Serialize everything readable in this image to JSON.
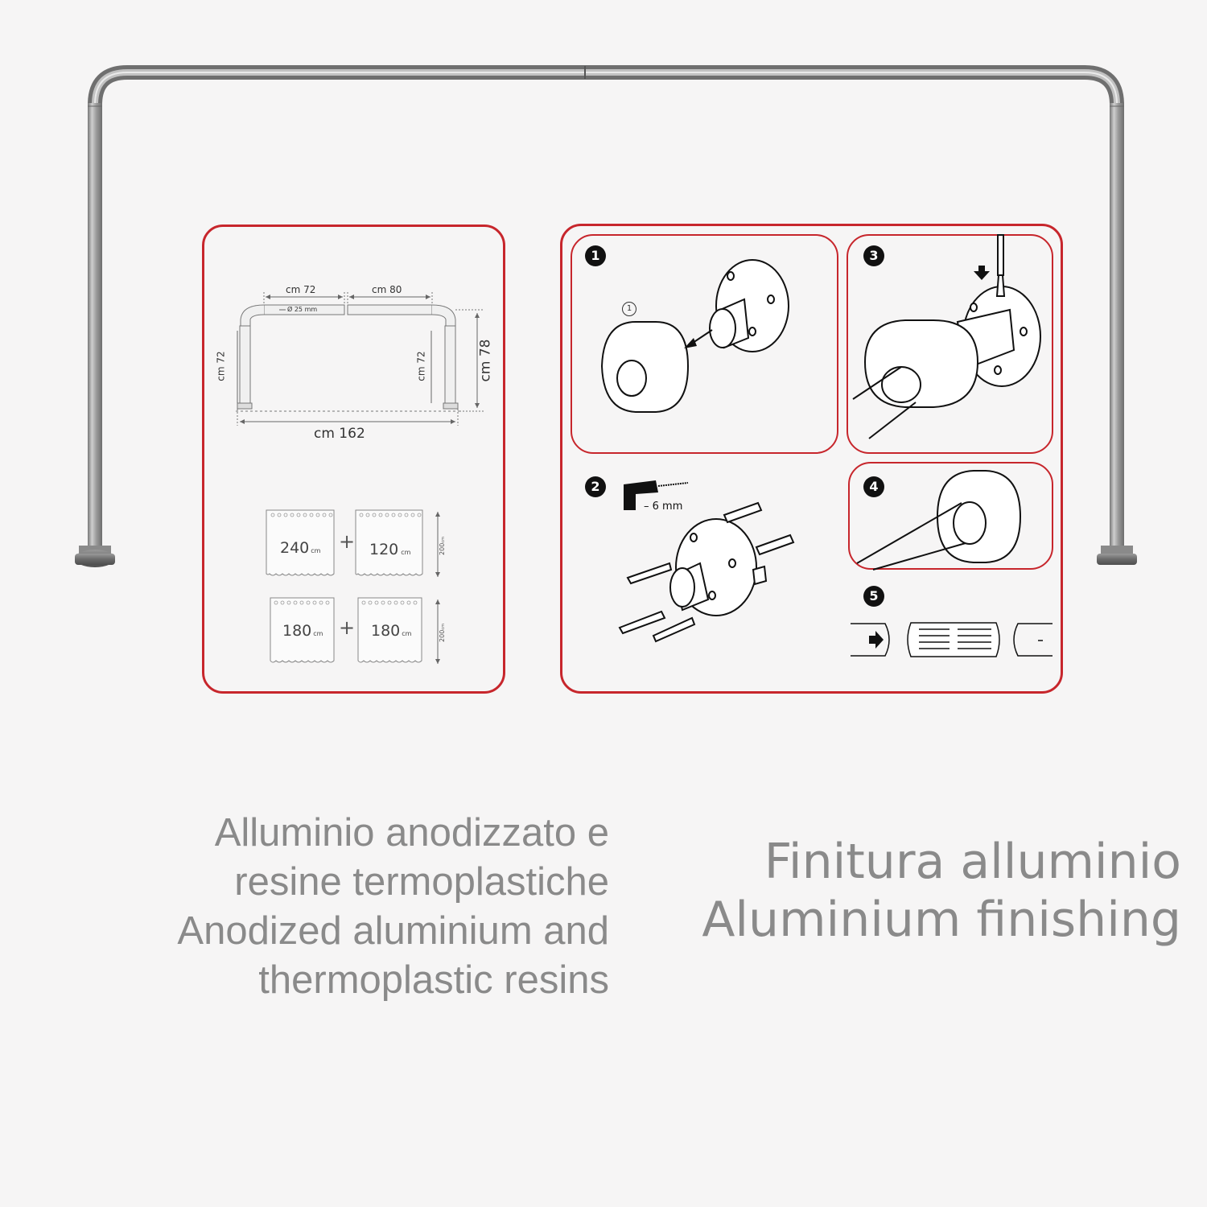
{
  "diagram": {
    "top_segment_left": "cm 72",
    "top_segment_right": "cm 80",
    "diameter": "Ø 25 mm",
    "left_height": "cm 72",
    "right_height": "cm 72",
    "total_height": "cm 78",
    "total_width": "cm 162"
  },
  "curtains": [
    {
      "left": "240",
      "right": "120",
      "unit": "cm",
      "height": "200",
      "height_unit": "cm"
    },
    {
      "left": "180",
      "right": "180",
      "unit": "cm",
      "height": "200",
      "height_unit": "cm"
    }
  ],
  "plus": "+",
  "steps": {
    "one": "1",
    "one_sub": "1",
    "two": "2",
    "two_drill": "6 mm",
    "three": "3",
    "four": "4",
    "five": "5"
  },
  "material": {
    "line1": "Alluminio anodizzato e",
    "line2": "resine termoplastiche",
    "line3": "Anodized aluminium and",
    "line4": "thermoplastic resins"
  },
  "finish": {
    "line1": "Finitura alluminio",
    "line2": "Aluminium finishing"
  },
  "colors": {
    "accent": "#c7262c",
    "text_gray": "#8a8a8a",
    "metal": "#a7a7a7"
  }
}
